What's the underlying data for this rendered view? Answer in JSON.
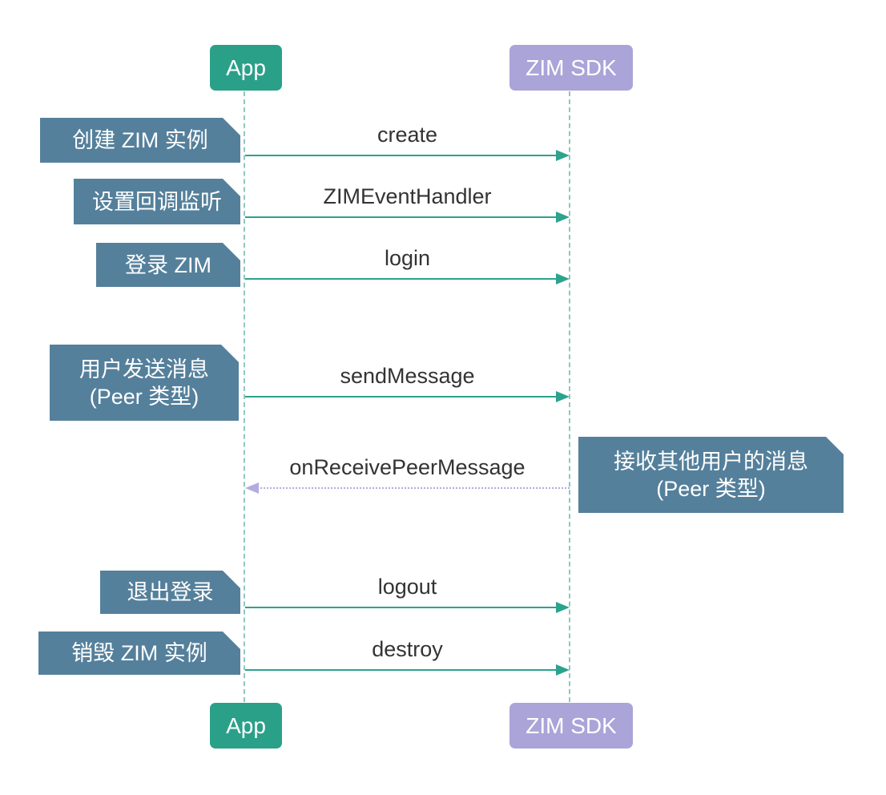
{
  "diagram": {
    "type": "sequence-diagram",
    "actors": [
      {
        "label": "App"
      },
      {
        "label": "ZIM SDK"
      }
    ],
    "messages": [
      {
        "label": "create",
        "from": "App",
        "to": "ZIM SDK",
        "line": "solid"
      },
      {
        "label": "ZIMEventHandler",
        "from": "App",
        "to": "ZIM SDK",
        "line": "solid"
      },
      {
        "label": "login",
        "from": "App",
        "to": "ZIM SDK",
        "line": "solid"
      },
      {
        "label": "sendMessage",
        "from": "App",
        "to": "ZIM SDK",
        "line": "solid"
      },
      {
        "label": "onReceivePeerMessage",
        "from": "ZIM SDK",
        "to": "App",
        "line": "dotted"
      },
      {
        "label": "logout",
        "from": "App",
        "to": "ZIM SDK",
        "line": "solid"
      },
      {
        "label": "destroy",
        "from": "App",
        "to": "ZIM SDK",
        "line": "solid"
      }
    ],
    "steps": [
      {
        "line1": "创建 ZIM 实例"
      },
      {
        "line1": "设置回调监听"
      },
      {
        "line1": "登录 ZIM"
      },
      {
        "line1": "用户发送消息",
        "line2": "(Peer 类型)"
      },
      {
        "line1": "退出登录"
      },
      {
        "line1": "销毁 ZIM 实例"
      }
    ],
    "note_right": {
      "line1": "接收其他用户的消息",
      "line2": "(Peer 类型)"
    },
    "colors": {
      "actor_app": "#2aa089",
      "actor_zim_sdk": "#aaa4d8",
      "step_box": "#55809b",
      "arrow_solid": "#2ba38d",
      "arrow_return": "#b2acdf",
      "lifeline": "#8fc7bd",
      "message_label_text": "#333333",
      "background": "#ffffff"
    }
  }
}
